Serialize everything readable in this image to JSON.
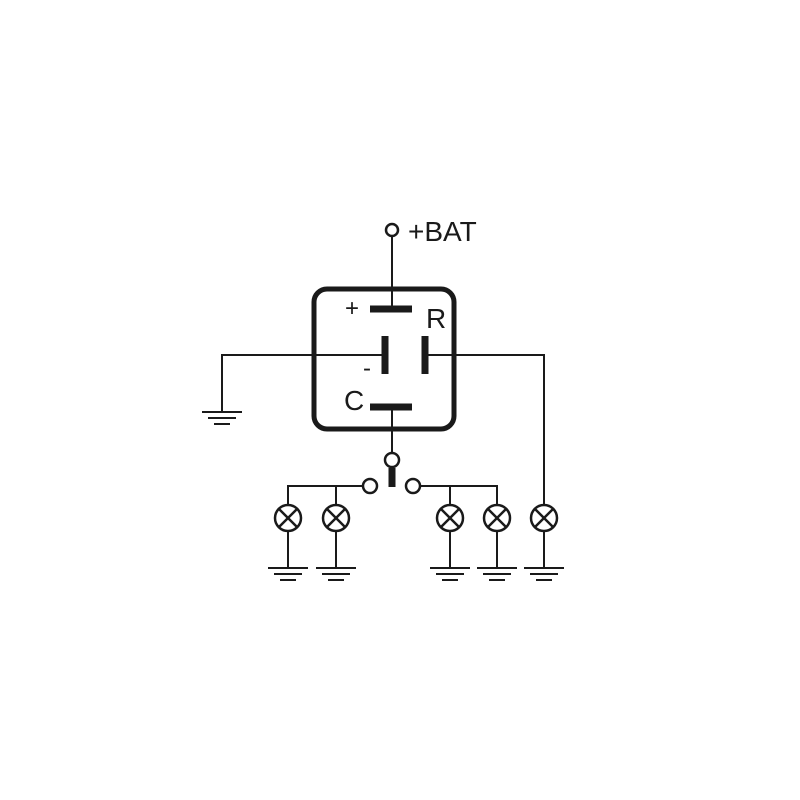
{
  "labels": {
    "bat": "+BAT",
    "plus": "+",
    "minus": "-",
    "r": "R",
    "c": "C"
  },
  "colors": {
    "line": "#1a1a1a",
    "background": "#ffffff"
  },
  "components": {
    "module": "flasher-relay-module",
    "switch": "changeover-switch",
    "lamps": [
      "lamp",
      "lamp",
      "lamp",
      "lamp",
      "lamp"
    ],
    "grounds": [
      "ground",
      "ground",
      "ground",
      "ground",
      "ground",
      "ground"
    ]
  }
}
